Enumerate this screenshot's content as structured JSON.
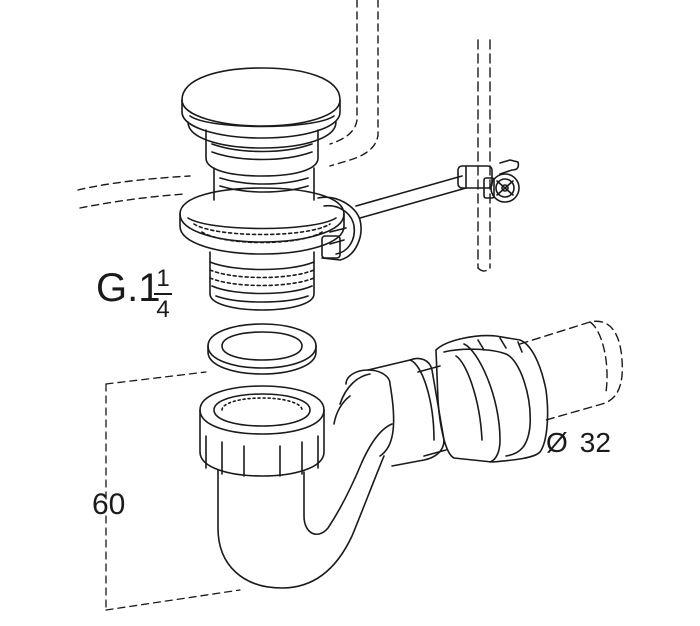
{
  "labels": {
    "thread": {
      "base": "G.1",
      "numerator": "1",
      "denominator": "4"
    },
    "height": "60",
    "diameter": {
      "symbol": "Ø",
      "value": "32"
    }
  },
  "colors": {
    "line": "#1a1a1a",
    "paper": "#ffffff"
  }
}
